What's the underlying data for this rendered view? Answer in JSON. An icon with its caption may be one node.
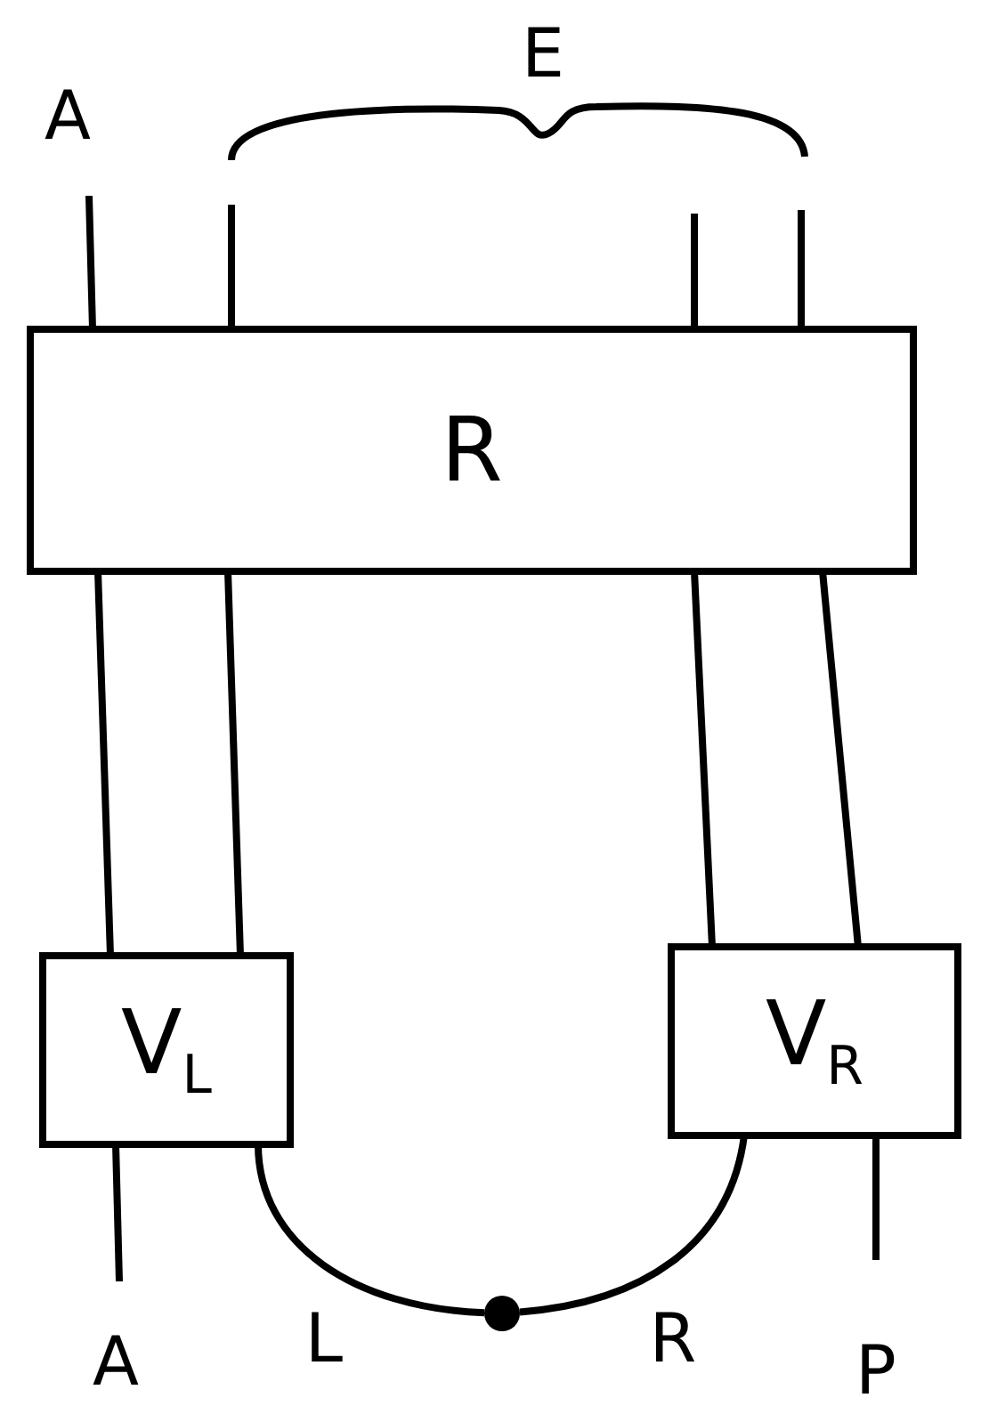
{
  "diagram": {
    "nodes": [
      {
        "text": [
          "R"
        ]
      },
      {
        "text": [
          "V$_{L}$"
        ]
      },
      {
        "text": [
          "V$_{R}$"
        ]
      },
      {
        "text": [],
        "shape": "circle"
      }
    ],
    "edges": [
      {
        "from": null,
        "to": 0,
        "arrow": "none",
        "label": "A"
      },
      {
        "from": null,
        "to": 0,
        "arrow": "none"
      },
      {
        "from": null,
        "to": 0,
        "arrow": "none"
      },
      {
        "from": null,
        "to": 0,
        "arrow": "none"
      },
      {
        "from": 0,
        "to": 1,
        "arrow": "none"
      },
      {
        "from": 0,
        "to": 1,
        "arrow": "none"
      },
      {
        "from": 0,
        "to": 2,
        "arrow": "none"
      },
      {
        "from": 0,
        "to": 2,
        "arrow": "none"
      },
      {
        "from": 1,
        "to": null,
        "arrow": "none",
        "label": "A"
      },
      {
        "from": 1,
        "to": 3,
        "arrow": "none",
        "label": "L"
      },
      {
        "from": 2,
        "to": 3,
        "arrow": "none",
        "label": "R"
      },
      {
        "from": 2,
        "to": null,
        "arrow": "none",
        "label": "P"
      }
    ],
    "labels": [
      "E"
    ]
  }
}
